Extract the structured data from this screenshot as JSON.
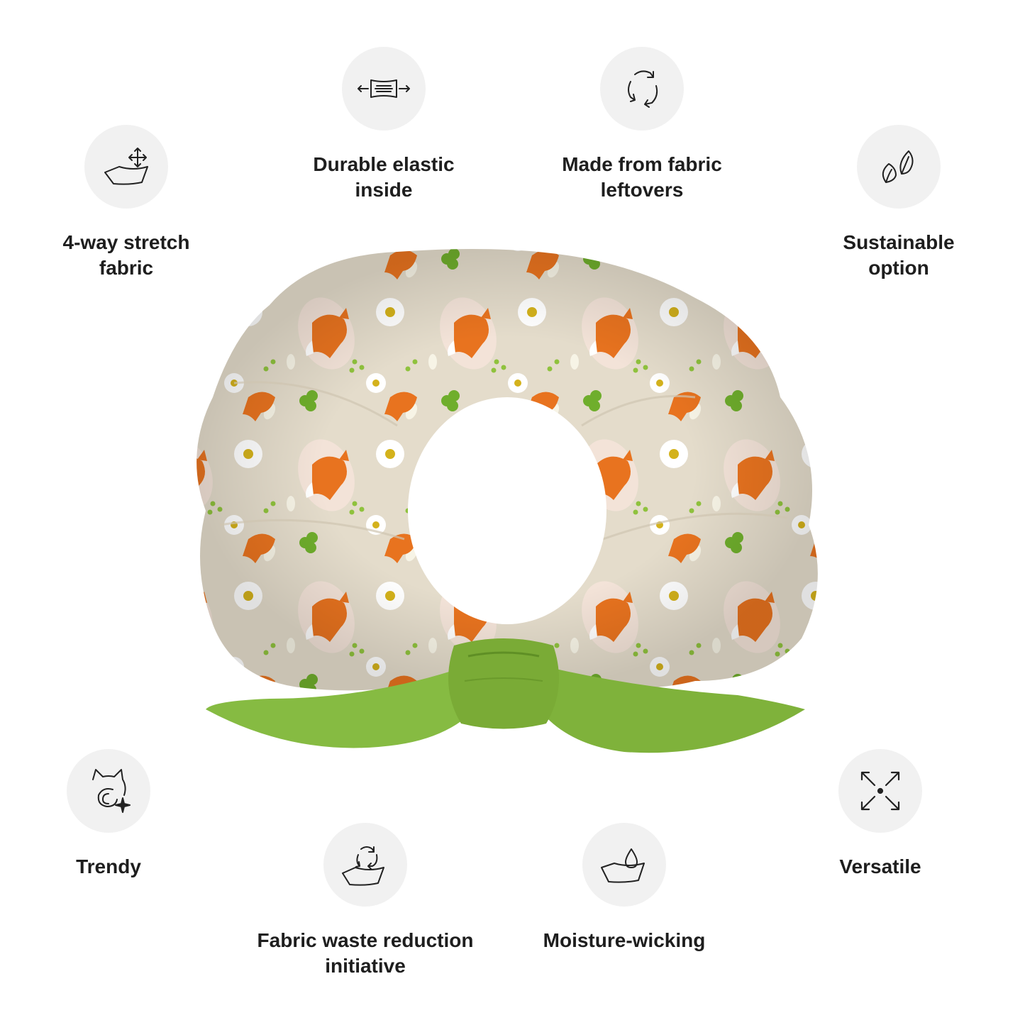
{
  "features": {
    "stretch": {
      "label": "4-way stretch\nfabric",
      "icon": "stretch-fabric-icon"
    },
    "elastic": {
      "label": "Durable elastic\ninside",
      "icon": "elastic-icon"
    },
    "leftovers": {
      "label": "Made from fabric\nleftovers",
      "icon": "recycle-icon"
    },
    "sustain": {
      "label": "Sustainable\noption",
      "icon": "leaf-icon"
    },
    "trendy": {
      "label": "Trendy",
      "icon": "trendy-cat-icon"
    },
    "waste": {
      "label": "Fabric waste reduction\ninitiative",
      "icon": "fabric-recycle-icon"
    },
    "moisture": {
      "label": "Moisture-wicking",
      "icon": "moisture-drop-icon"
    },
    "versatile": {
      "label": "Versatile",
      "icon": "expand-arrows-icon"
    }
  },
  "colors": {
    "icon_bg": "#f1f1f1",
    "text": "#1e1e1e",
    "scrunchie_base": "#e4dccb",
    "fox": "#e8731f",
    "bow": "#86bb42"
  }
}
